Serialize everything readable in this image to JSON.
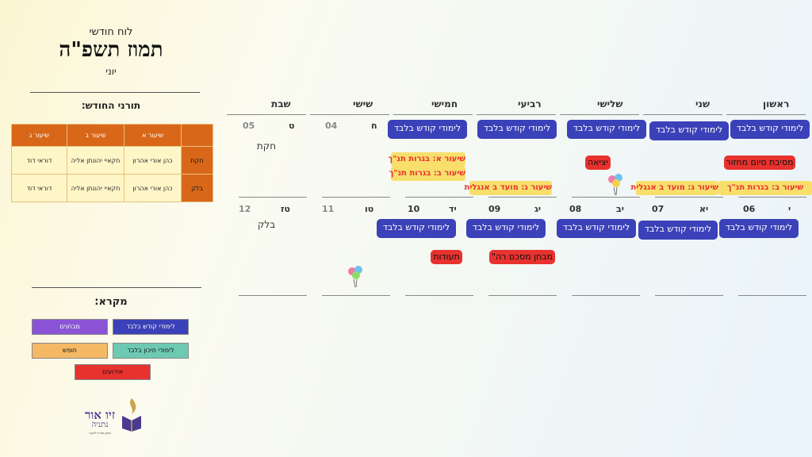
{
  "header": {
    "subtitle": "לוח חודשי",
    "month": "תמוז תשפ\"ה",
    "gregorian_month": "יוני"
  },
  "duty": {
    "title": "תורני החודש:",
    "columns": [
      "שיעור א",
      "שיעור ב",
      "שיעור ג"
    ],
    "rows": [
      {
        "parasha": "חקת",
        "cells": [
          "כהן אורי אהרון",
          "חקאיי יהונתן אליה",
          "דוראי דוד"
        ]
      },
      {
        "parasha": "בלק",
        "cells": [
          "כהן אורי אהרון",
          "חקאיי יהונתן אליה",
          "דוראי דוד"
        ]
      }
    ]
  },
  "legend": {
    "title": "מקרא:",
    "holy_only": "לימודי קודש בלבד",
    "exams": "מבחנים",
    "secular_only": "לימודי תיכון בלבד",
    "vacation": "חופש",
    "events": "אירועים"
  },
  "logo": {
    "name": "זיו אור",
    "city": "נתניה",
    "tagline": "מכון תורני לנוער"
  },
  "calendar": {
    "days": [
      "ראשון",
      "שני",
      "שלישי",
      "רביעי",
      "חמישי",
      "שישי",
      "שבת"
    ],
    "week1": {
      "friday_num": "04",
      "friday_heb": "ח",
      "shabbat_num": "05",
      "shabbat_heb": "ט",
      "shabbat_parasha": "חקת",
      "events": {
        "sun_holy": "לימודי קודש בלבד",
        "sun_red": "מסיבת סיום מחזור",
        "sun_yel": "שיעור ב: בגרות תנ\"ך",
        "mon_holy": "לימודי קודש בלבד",
        "mon_yel": "שיעור ג: מועד ב אנגלית",
        "tue_holy": "לימודי קודש בלבד",
        "tue_red": "יציאה",
        "wed_holy": "לימודי קודש בלבד",
        "wed_yel": "שיעור ג: מועד ב אנגלית",
        "thu_holy": "לימודי קודש בלבד",
        "thu_yel1": "שיעור א: בגרות תנ\"ך",
        "thu_yel2": "שיעור ב: בגרות תנ\"ך"
      }
    },
    "week2": {
      "sun_num": "06",
      "sun_heb": "י",
      "mon_num": "07",
      "mon_heb": "יא",
      "tue_num": "08",
      "tue_heb": "יב",
      "wed_num": "09",
      "wed_heb": "יג",
      "thu_num": "10",
      "thu_heb": "יד",
      "fri_num": "11",
      "fri_heb": "טו",
      "sat_num": "12",
      "sat_heb": "טז",
      "shabbat_parasha": "בלק",
      "events": {
        "sun_holy": "לימודי קודש בלבד",
        "mon_holy": "לימודי קודש בלבד",
        "tue_holy": "לימודי קודש בלבד",
        "wed_holy": "לימודי קודש בלבד",
        "wed_red": "מבחן מסכם רה\"",
        "thu_holy": "לימודי קודש בלבד",
        "thu_red": "תעודות"
      }
    }
  },
  "colors": {
    "holy": "#3b41b8",
    "exams": "#8b54d6",
    "secular": "#6ec9b2",
    "vacation": "#f5b965",
    "events": "#e8322e",
    "tests_highlight": "#f8df6c",
    "duty_header": "#d9671a"
  }
}
